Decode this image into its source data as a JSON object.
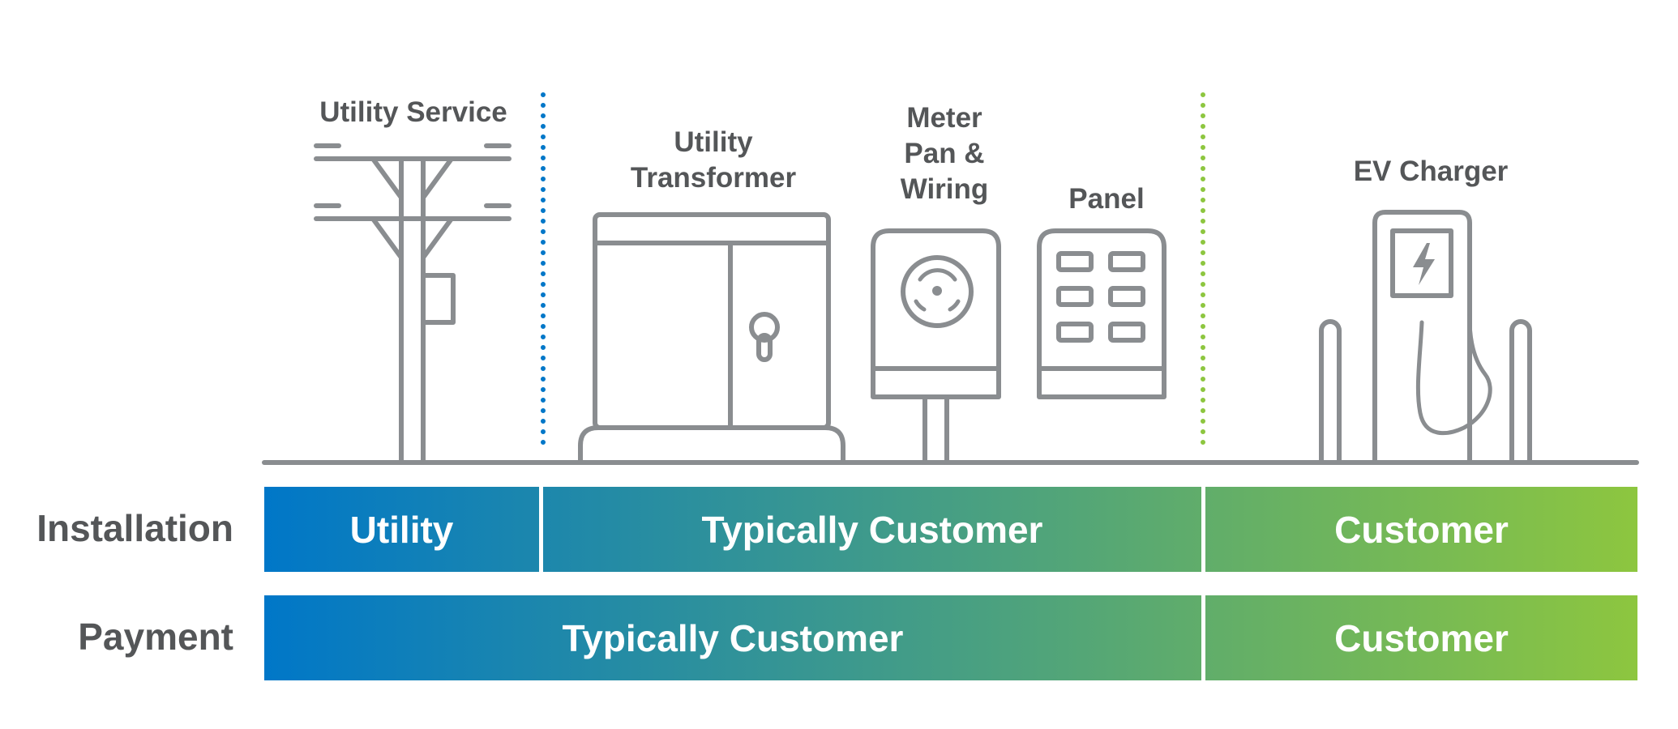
{
  "components": {
    "utility_service": "Utility Service",
    "utility_transformer": "Utility\nTransformer",
    "meter": "Meter\nPan &\nWiring",
    "panel": "Panel",
    "ev_charger": "EV Charger"
  },
  "rows": {
    "installation": {
      "label": "Installation",
      "segments": [
        "Utility",
        "Typically Customer",
        "Customer"
      ]
    },
    "payment": {
      "label": "Payment",
      "segments": [
        "Typically Customer",
        "Customer"
      ]
    }
  },
  "colors": {
    "line": "#8a8d90",
    "label": "#545658",
    "gradient_start": "#0077c8",
    "gradient_end": "#8dc63f",
    "divider_blue": "#0077c8",
    "divider_green": "#8dc63f"
  }
}
